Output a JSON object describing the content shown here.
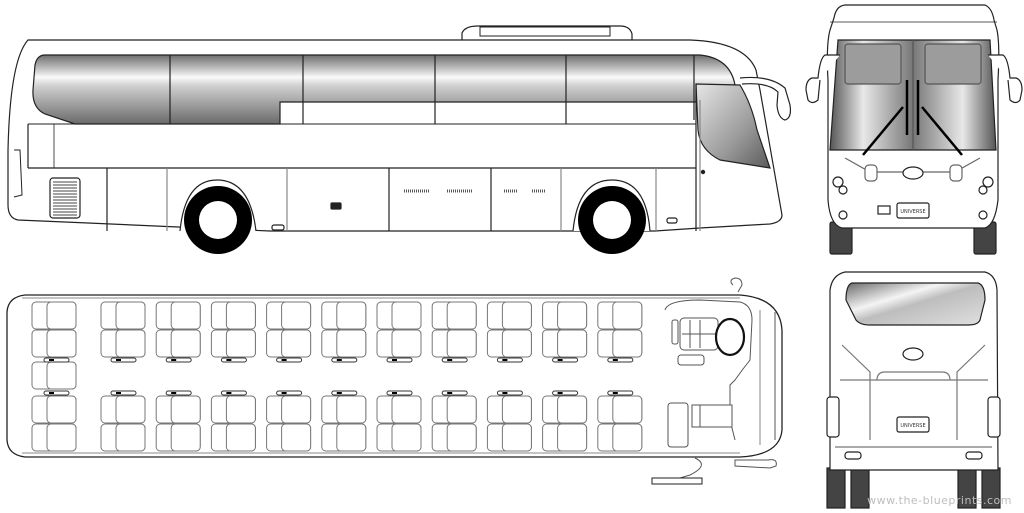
{
  "drawing": {
    "subject": "coach bus blueprint",
    "views": [
      {
        "id": "side",
        "label": "side view"
      },
      {
        "id": "top",
        "label": "top view / seating plan"
      },
      {
        "id": "front",
        "label": "front view"
      },
      {
        "id": "rear",
        "label": "rear view"
      }
    ],
    "badge_text": "UNIVERSE",
    "watermark": "www.the-blueprints.com"
  },
  "seating": {
    "double_columns": 10,
    "rows_per_side": 2,
    "rear_bench_seats": 5
  },
  "colors": {
    "line": "#222222",
    "window_dark": "#8a8a8a",
    "window_light": "#f2f2f2",
    "tire": "#000000",
    "seat_line": "#7a7a7a"
  }
}
